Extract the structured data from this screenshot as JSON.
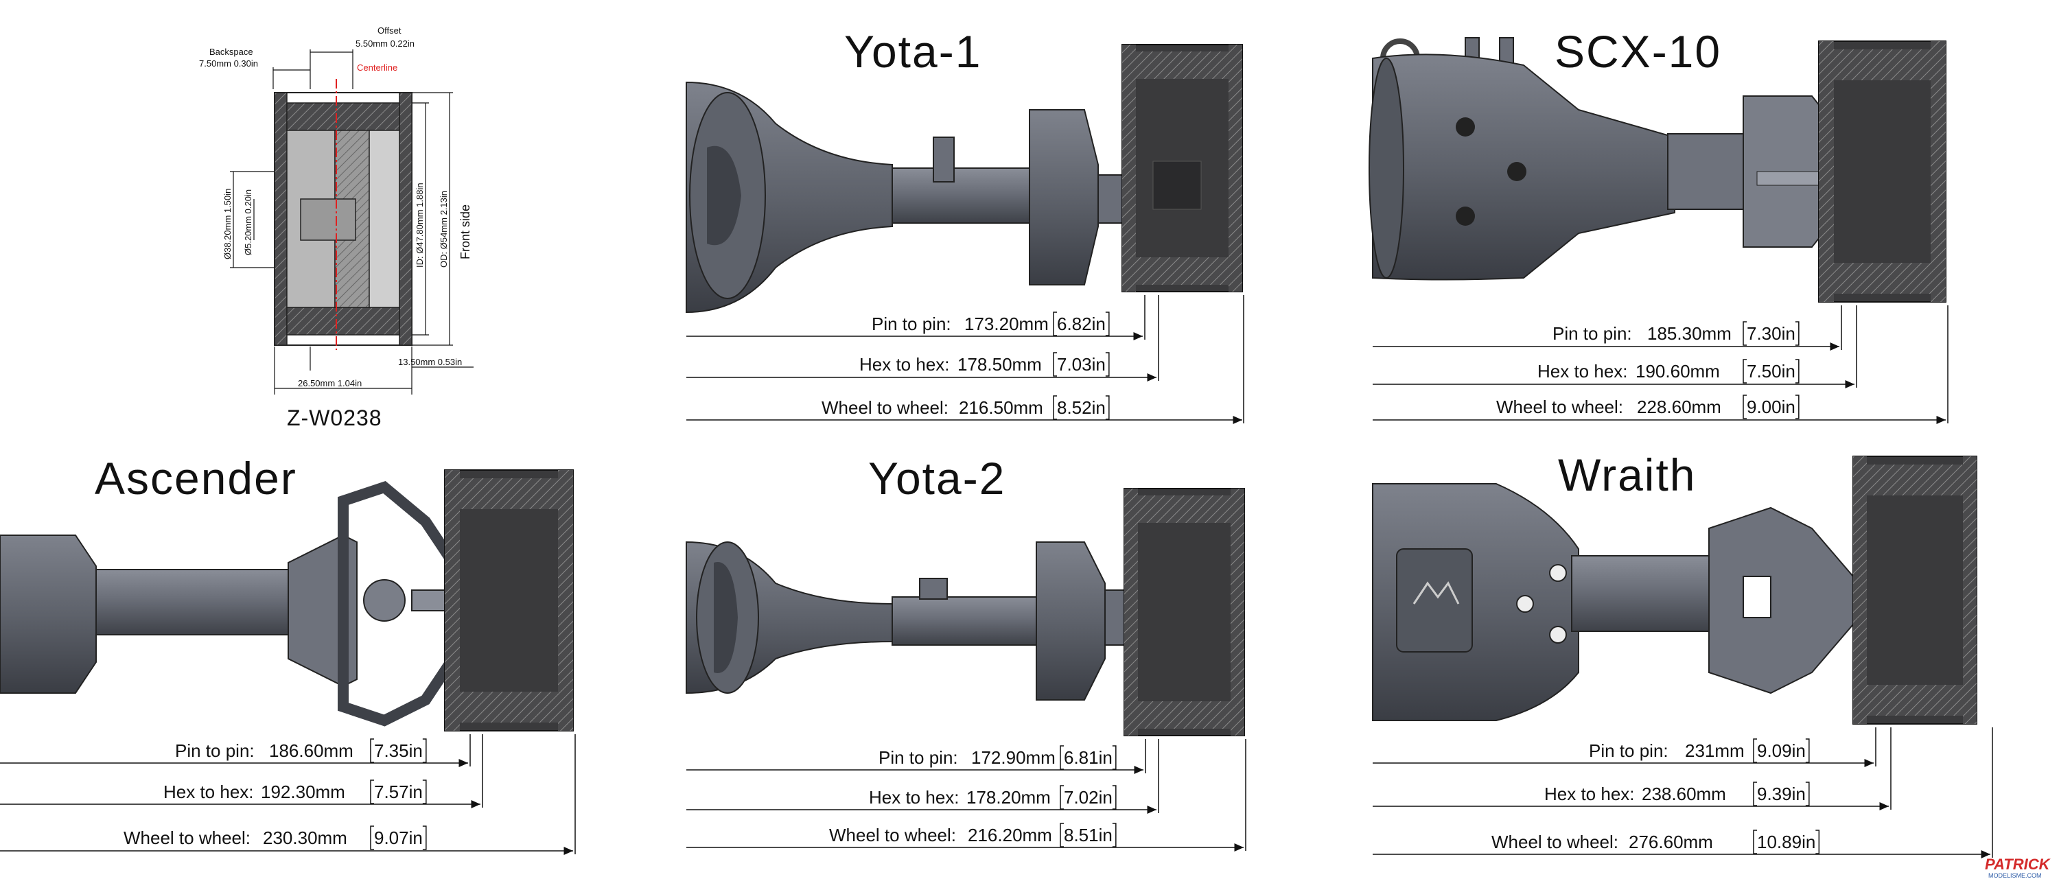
{
  "colors": {
    "axle_body": "#6e727c",
    "axle_dark": "#4a4d55",
    "axle_light": "#9a9ea8",
    "wheel_fill": "#3a3a3c",
    "wheel_dark": "#232325",
    "hatch": "#777777",
    "centerline": "#e02020",
    "logo_red": "#d42a2a",
    "logo_blue": "#2b5aa6"
  },
  "wheel_drawing": {
    "part_number": "Z-W0238",
    "backspace_label": "Backspace",
    "backspace_value": "7.50mm 0.30in",
    "offset_label": "Offset",
    "offset_value": "5.50mm 0.22in",
    "centerline_label": "Centerline",
    "dim_bore1": "Ø38.20mm 1.50in",
    "dim_bore2": "Ø5.20mm 0.20in",
    "dim_id": "ID: Ø47.80mm 1.88in",
    "dim_od": "OD: Ø54mm 2.13in",
    "front_side_label": "Front side",
    "dim_width": "26.50mm 1.04in",
    "dim_bead": "13.50mm 0.53in"
  },
  "panels": [
    {
      "title": "Yota-1",
      "pin_label": "Pin to pin:",
      "pin_mm": "173.20mm",
      "pin_in": "6.82in",
      "hex_label": "Hex to hex:",
      "hex_mm": "178.50mm",
      "hex_in": "7.03in",
      "wheel_label": "Wheel to wheel:",
      "wheel_mm": "216.50mm",
      "wheel_in": "8.52in"
    },
    {
      "title": "SCX-10",
      "pin_label": "Pin to pin:",
      "pin_mm": "185.30mm",
      "pin_in": "7.30in",
      "hex_label": "Hex to hex:",
      "hex_mm": "190.60mm",
      "hex_in": "7.50in",
      "wheel_label": "Wheel to wheel:",
      "wheel_mm": "228.60mm",
      "wheel_in": "9.00in"
    },
    {
      "title": "Ascender",
      "pin_label": "Pin to pin:",
      "pin_mm": "186.60mm",
      "pin_in": "7.35in",
      "hex_label": "Hex to hex:",
      "hex_mm": "192.30mm",
      "hex_in": "7.57in",
      "wheel_label": "Wheel to wheel:",
      "wheel_mm": "230.30mm",
      "wheel_in": "9.07in"
    },
    {
      "title": "Yota-2",
      "pin_label": "Pin to pin:",
      "pin_mm": "172.90mm",
      "pin_in": "6.81in",
      "hex_label": "Hex to hex:",
      "hex_mm": "178.20mm",
      "hex_in": "7.02in",
      "wheel_label": "Wheel to wheel:",
      "wheel_mm": "216.20mm",
      "wheel_in": "8.51in"
    },
    {
      "title": "Wraith",
      "pin_label": "Pin to pin:",
      "pin_mm": "231mm",
      "pin_in": "9.09in",
      "hex_label": "Hex to hex:",
      "hex_mm": "238.60mm",
      "hex_in": "9.39in",
      "wheel_label": "Wheel to wheel:",
      "wheel_mm": "276.60mm",
      "wheel_in": "10.89in"
    }
  ],
  "watermark": {
    "brand_main": "PATRICK",
    "brand_sub": "MODELISME.COM"
  }
}
